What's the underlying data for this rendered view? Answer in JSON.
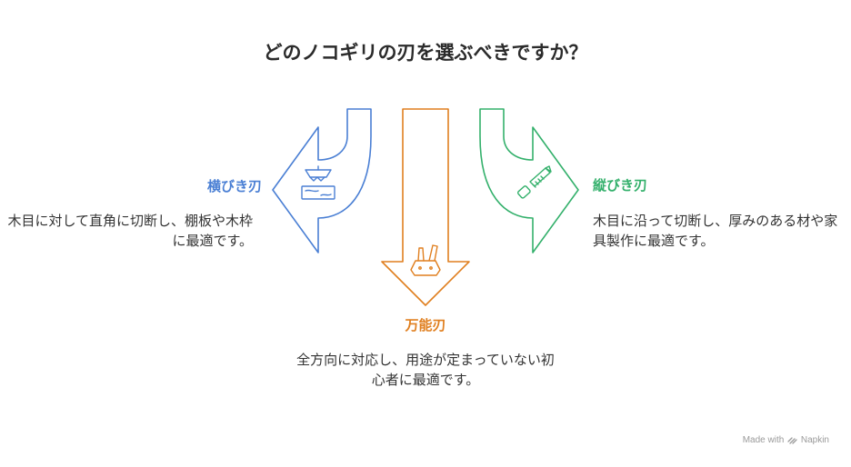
{
  "title": "どのノコギリの刃を選ぶべきですか？",
  "branches": [
    {
      "label": "横びき刃",
      "description": "木目に対して直角に切断し、棚板や木枠に最適です。",
      "color": "#4a7fd4",
      "icon": "board-icon"
    },
    {
      "label": "万能刃",
      "description": "全方向に対応し、用途が定まっていない初心者に最適です。",
      "color": "#e07f1f",
      "icon": "multitool-icon"
    },
    {
      "label": "縦びき刃",
      "description": "木目に沿って切断し、厚みのある材や家具製作に最適です。",
      "color": "#33b06b",
      "icon": "handsaw-icon"
    }
  ],
  "footer": {
    "made_with": "Made with",
    "brand": "Napkin"
  }
}
